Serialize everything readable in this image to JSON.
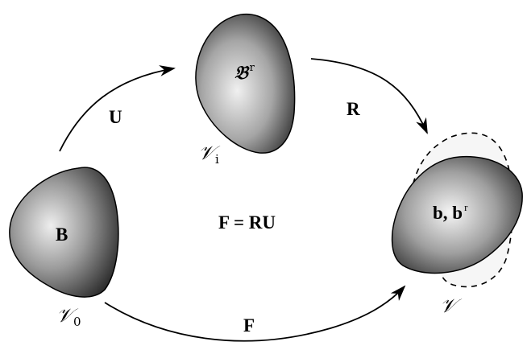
{
  "bodies": {
    "reference": {
      "label": "B",
      "config": "𝒱",
      "config_sub": "0"
    },
    "intermediate": {
      "label": "𝔅",
      "label_sup": "r",
      "config": "𝒱",
      "config_sub": "i"
    },
    "current": {
      "label": "b, b",
      "label_sup": "r",
      "config": "𝒱"
    }
  },
  "maps": {
    "stretch": "U",
    "rotation": "R",
    "deformation": "F"
  },
  "relation": "F = RU",
  "colors": {
    "stroke": "#000000",
    "shade_light": "#eeeeee",
    "shade_dark": "#1a1a1a"
  }
}
